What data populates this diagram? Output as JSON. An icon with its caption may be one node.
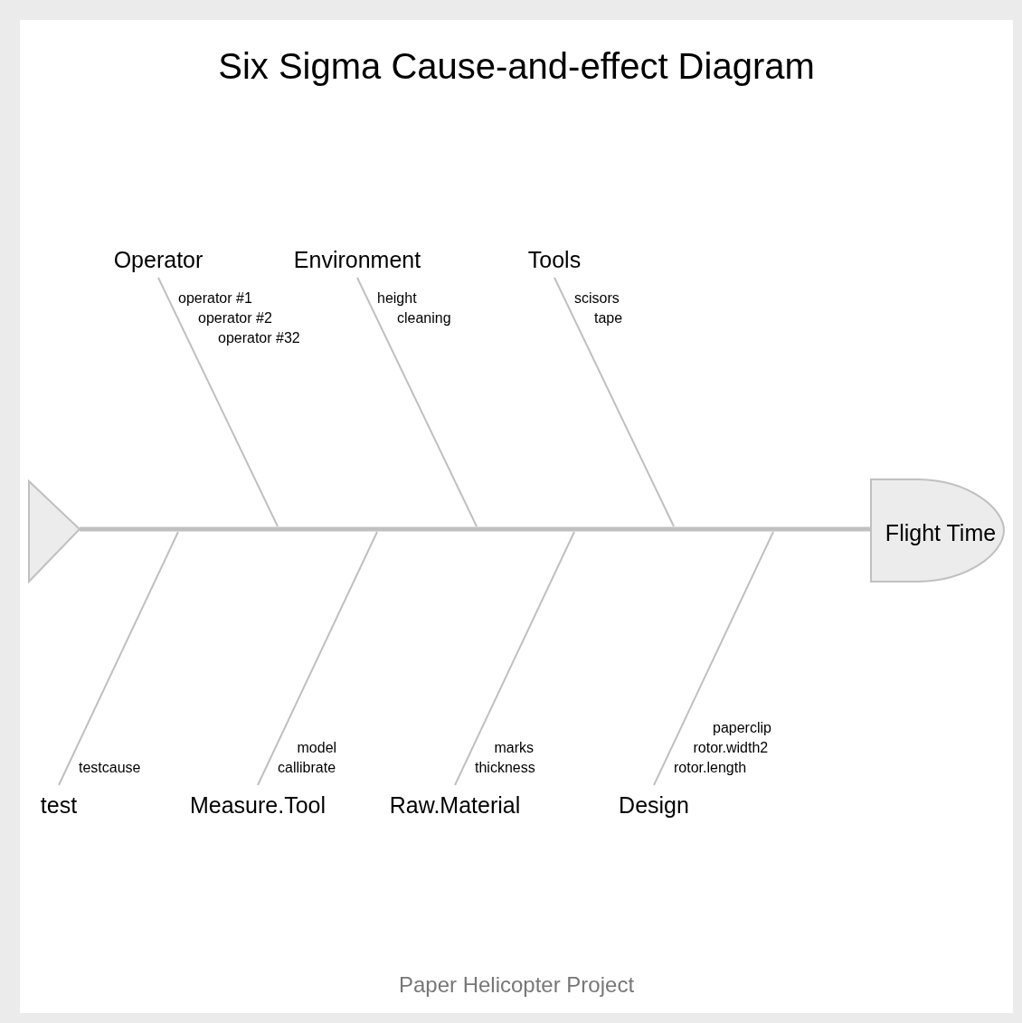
{
  "diagram": {
    "title": "Six Sigma Cause-and-effect Diagram",
    "caption": "Paper Helicopter Project",
    "nodes": [
      {
        "text": [],
        "shape": "triangle"
      },
      {
        "text": [
          "Flight Time"
        ]
      },
      {
        "text": [
          "Operator"
        ],
        "beside": [
          "operator #1",
          "operator #2",
          "operator #32"
        ]
      },
      {
        "text": [
          "Environment"
        ],
        "beside": [
          "height",
          "cleaning"
        ]
      },
      {
        "text": [
          "Tools"
        ],
        "beside": [
          "scisors",
          "tape"
        ]
      },
      {
        "text": [
          "test"
        ],
        "beside": [
          "testcause"
        ]
      },
      {
        "text": [
          "Measure.Tool"
        ],
        "beside": [
          "model",
          "callibrate"
        ]
      },
      {
        "text": [
          "Raw.Material"
        ],
        "beside": [
          "marks",
          "thickness"
        ]
      },
      {
        "text": [
          "Design"
        ],
        "beside": [
          "paperclip",
          "rotor.width2",
          "rotor.length"
        ]
      }
    ],
    "edges": [
      {
        "from": 0,
        "to": 1,
        "arrow": "none",
        "style": "thick"
      },
      {
        "from": 2,
        "to": null,
        "arrow": "none"
      },
      {
        "from": 3,
        "to": null,
        "arrow": "none"
      },
      {
        "from": 4,
        "to": null,
        "arrow": "none"
      },
      {
        "from": 5,
        "to": null,
        "arrow": "none"
      },
      {
        "from": 6,
        "to": null,
        "arrow": "none"
      },
      {
        "from": 7,
        "to": null,
        "arrow": "none"
      },
      {
        "from": 8,
        "to": null,
        "arrow": "none"
      }
    ]
  }
}
